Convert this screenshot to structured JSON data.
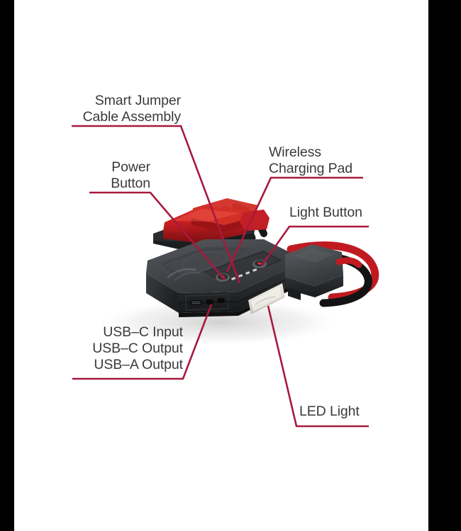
{
  "image": {
    "title": "Jump starter product diagram with labeled callouts",
    "background_color": "#ffffff",
    "letterbox_color": "#000000",
    "leader_line_color": "#a8193d",
    "label_text_color": "#3a3a3a"
  },
  "callouts": [
    {
      "id": "smart-jumper-cable-assembly",
      "lines": [
        "Smart Jumper",
        "Cable Assembly"
      ],
      "text": "Smart Jumper\nCable Assembly",
      "align": "right"
    },
    {
      "id": "power-button",
      "lines": [
        "Power",
        "Button"
      ],
      "text": "Power\nButton",
      "align": "right"
    },
    {
      "id": "wireless-charging-pad",
      "lines": [
        "Wireless",
        "Charging Pad"
      ],
      "text": "Wireless\nCharging Pad",
      "align": "left"
    },
    {
      "id": "light-button",
      "lines": [
        "Light Button"
      ],
      "text": "Light Button",
      "align": "left"
    },
    {
      "id": "usb-ports",
      "lines": [
        "USB–C Input",
        "USB–C Output",
        "USB–A Output"
      ],
      "text": "USB–C Input\nUSB–C Output\nUSB–A Output",
      "align": "right"
    },
    {
      "id": "led-light",
      "lines": [
        "LED Light"
      ],
      "text": "LED Light",
      "align": "left"
    }
  ],
  "product": {
    "name": "portable jump starter power bank",
    "body_color": "#3b3d40",
    "body_shadow_color": "#202123",
    "clamp_color": "#cc2229",
    "cable_red_color": "#d81f26",
    "cable_black_color": "#141414",
    "led_panel_color": "#eceae4",
    "button_ring_color": "#8a8d90",
    "button_led_color": "#d42a2a"
  }
}
